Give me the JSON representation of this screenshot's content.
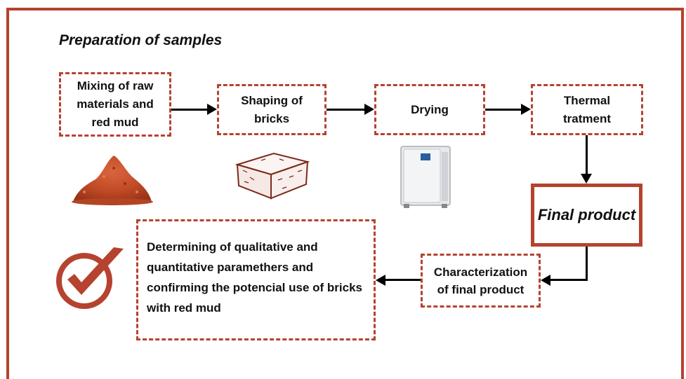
{
  "title": "Preparation of samples",
  "steps": {
    "mixing": "Mixing of raw materials and red mud",
    "shaping": "Shaping of bricks",
    "drying": "Drying",
    "thermal": "Thermal tratment",
    "final": "Final product",
    "characterization": "Characterization of final product",
    "determining": "Determining of qualitative and quantitative paramethers and confirming the potencial use of bricks with red mud"
  },
  "colors": {
    "accent": "#b5432f",
    "arrow": "#000000"
  },
  "icons": [
    "red-mud-powder-icon",
    "brick-sketch-icon",
    "drying-oven-icon",
    "checkmark-icon"
  ]
}
